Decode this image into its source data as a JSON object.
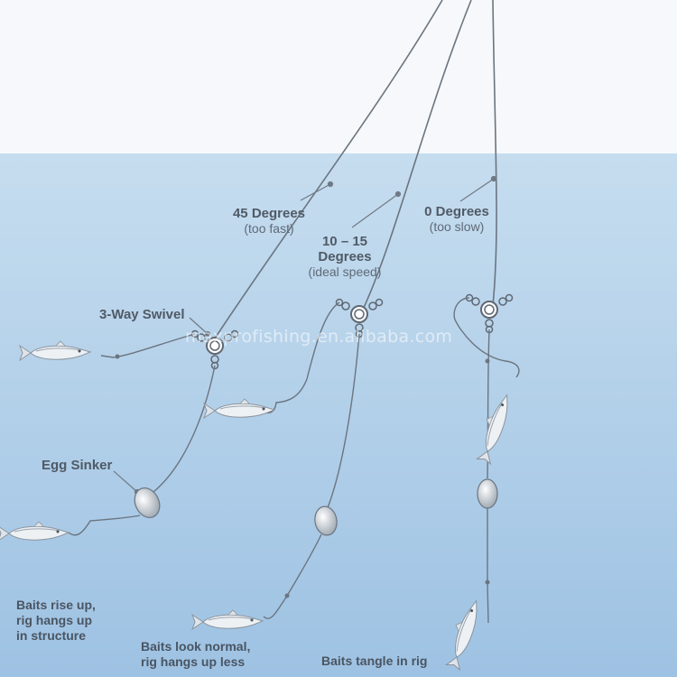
{
  "labels": {
    "angle_45_title": "45 Degrees",
    "angle_45_note": "(too fast)",
    "angle_10_15_title_line1": "10 – 15",
    "angle_10_15_title_line2": "Degrees",
    "angle_10_15_note": "(ideal speed)",
    "angle_0_title": "0 Degrees",
    "angle_0_note": "(too slow)",
    "swivel": "3-Way Swivel",
    "sinker": "Egg Sinker"
  },
  "captions": {
    "rig_45_line1": "Baits rise up,",
    "rig_45_line2": "rig hangs up",
    "rig_45_line3": "in structure",
    "rig_ideal_line1": "Baits look normal,",
    "rig_ideal_line2": "rig hangs up less",
    "rig_0": "Baits tangle in rig"
  },
  "watermark": "maxprofishing.en.alibaba.com",
  "colors": {
    "sky": "#f6f8fb",
    "water_top": "#c5dcee",
    "water_bottom": "#9fc3e4",
    "line": "#6b7580",
    "fish_body": "#eef1f4",
    "sinker": "#dfe4ea"
  }
}
